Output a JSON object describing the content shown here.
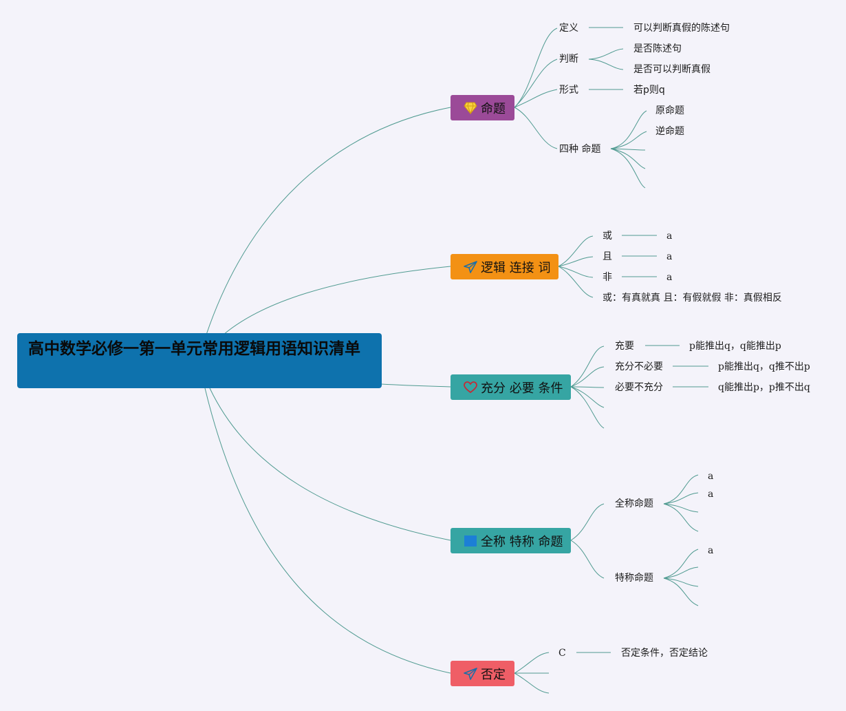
{
  "root": {
    "title": "高中数学必修一第一单元常用逻辑用语知识清单"
  },
  "colors": {
    "root": "#0e72ad",
    "branch_proposition": "#9b4a98",
    "branch_logic": "#f39114",
    "branch_condition": "#36a5a3",
    "branch_quantifier": "#36a5a3",
    "branch_negation": "#ef5e66",
    "link": "#4f9a90",
    "background": "#f4f3fa"
  },
  "branches": {
    "proposition": {
      "label": "命题",
      "icon": "diamond-icon",
      "definition": {
        "label": "定义",
        "value": "可以判断真假的陈述句"
      },
      "judgement": {
        "label": "判断",
        "items": [
          "是否陈述句",
          "是否可以判断真假"
        ]
      },
      "form": {
        "label": "形式",
        "value": "若p则q"
      },
      "four": {
        "label": "四种 命题",
        "items": [
          "原命题",
          "逆命题"
        ]
      }
    },
    "logic": {
      "label": "逻辑 连接 词",
      "icon": "paper-plane-icon",
      "or": {
        "label": "或",
        "value": "a"
      },
      "and": {
        "label": "且",
        "value": "a"
      },
      "not": {
        "label": "非",
        "value": "a"
      },
      "summary": "或：有真就真 且：有假就假 非：真假相反"
    },
    "condition": {
      "label": "充分 必要 条件",
      "icon": "heart-icon",
      "items": [
        {
          "label": "充要",
          "value": "p能推出q，q能推出p"
        },
        {
          "label": "充分不必要",
          "value": "p能推出q，q推不出p"
        },
        {
          "label": "必要不充分",
          "value": "q能推出p，p推不出q"
        }
      ]
    },
    "quantifier": {
      "label": "全称 特称 命题",
      "icon": "flag-icon",
      "universal": {
        "label": "全称命题",
        "items": [
          "a",
          "a"
        ]
      },
      "existential": {
        "label": "特称命题",
        "items": [
          "a"
        ]
      }
    },
    "negation": {
      "label": "否定",
      "icon": "paper-plane-icon",
      "item": {
        "label": "C",
        "value": "否定条件，否定结论"
      }
    }
  }
}
